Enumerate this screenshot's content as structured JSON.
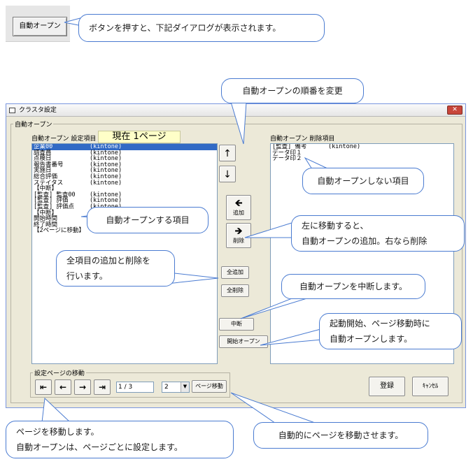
{
  "sample_button": {
    "label": "自動オープン"
  },
  "dialog": {
    "title": "クラスタ設定",
    "close_glyph": "✕",
    "group_label": "自動オープン",
    "left_list_label": "自動オープン 設定項目",
    "page_indicator": "現在 1ページ",
    "right_list_label": "自動オープン 削除項目",
    "left_items": [
      {
        "name": "企業00",
        "src": "(kintone)"
      },
      {
        "name": "調査員",
        "src": "(kintone)"
      },
      {
        "name": "点検日",
        "src": "(kintone)"
      },
      {
        "name": "報告書番号",
        "src": "(kintone)"
      },
      {
        "name": "実施日",
        "src": "(kintone)"
      },
      {
        "name": "総合評価",
        "src": "(kintone)"
      },
      {
        "name": "ステイタス",
        "src": "(kintone)"
      },
      {
        "name": "【中断】",
        "src": ""
      },
      {
        "name": "[監査] 監査00",
        "src": "(kintone)"
      },
      {
        "name": "[監査] 評価",
        "src": "(kintone)"
      },
      {
        "name": "[監査] 評価点",
        "src": "(kintone)"
      },
      {
        "name": "【中断】",
        "src": ""
      },
      {
        "name": "開始時間",
        "src": "(kintone)"
      },
      {
        "name": "終了時間",
        "src": "(kintone)"
      },
      {
        "name": "【2ページに移動】",
        "src": ""
      }
    ],
    "right_items": [
      {
        "name": "[監査] 備考",
        "src": "(kintone)"
      },
      {
        "name": "データ印１",
        "src": ""
      },
      {
        "name": "データ印２",
        "src": ""
      }
    ],
    "buttons": {
      "up": "↑",
      "down": "↓",
      "add": "追加",
      "delete": "削除",
      "add_all": "全追加",
      "delete_all": "全削除",
      "suspend": "中断",
      "start_open": "開始オープン",
      "register": "登録",
      "cancel": "ｷｬﾝｾﾙ",
      "move_page": "ページ移動"
    },
    "page_nav": {
      "label": "設定ページの移動",
      "first": "⇤",
      "prev": "←",
      "next": "→",
      "last": "⇥",
      "current": "1 / 3",
      "select_value": "2"
    }
  },
  "callouts": {
    "top": "ボタンを押すと、下記ダイアログが表示されます。",
    "order": "自動オープンの順番を変更",
    "not_open": "自動オープンしない項目",
    "open": "自動オープンする項目",
    "move_line1": "左に移動すると、",
    "move_line2": "自動オープンの追加。右なら削除",
    "all_line1": "全項目の追加と削除を",
    "all_line2": "行います。",
    "suspend": "自動オープンを中断します。",
    "start_line1": "起動開始、ページ移動時に",
    "start_line2": "自動オープンします。",
    "page_line1": "ページを移動します。",
    "page_line2": "自動オープンは、ページごとに設定します。",
    "auto_move": "自動的にページを移動させます。"
  }
}
